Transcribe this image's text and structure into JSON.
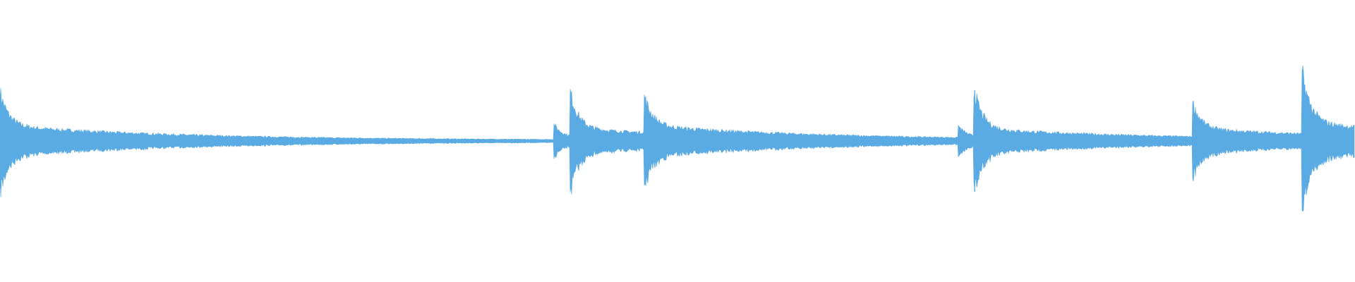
{
  "waveform": {
    "color": "#5aabe3",
    "background": "#ffffff",
    "onsets": [
      {
        "peak": 0.34,
        "tail": 0.1
      },
      {
        "peak": 0.11,
        "tail": 0.02
      },
      {
        "peak": 0.34,
        "tail": 0.08
      },
      {
        "peak": 0.31,
        "tail": 0.1
      },
      {
        "peak": 0.1,
        "tail": 0.02
      },
      {
        "peak": 0.36,
        "tail": 0.08
      },
      {
        "peak": 0.26,
        "tail": 0.08
      },
      {
        "peak": 0.48,
        "tail": 0.12
      }
    ]
  }
}
